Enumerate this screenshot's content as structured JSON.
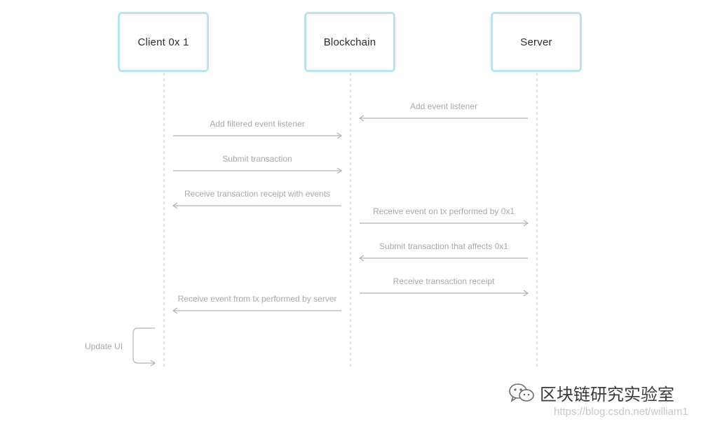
{
  "actors": [
    "Client 0x 1",
    "Blockchain",
    "Server"
  ],
  "messages": [
    {
      "label": "Add event listener",
      "from": 2,
      "to": 1
    },
    {
      "label": "Add filtered event listener",
      "from": 0,
      "to": 1
    },
    {
      "label": "Submit transaction",
      "from": 0,
      "to": 1
    },
    {
      "label": "Receive transaction receipt with events",
      "from": 1,
      "to": 0
    },
    {
      "label": "Receive event on tx performed by 0x1",
      "from": 1,
      "to": 2
    },
    {
      "label": "Submit transaction that affects 0x1",
      "from": 2,
      "to": 1
    },
    {
      "label": "Receive transaction receipt",
      "from": 1,
      "to": 2
    },
    {
      "label": "Receive event from tx performed by server",
      "from": 1,
      "to": 0
    }
  ],
  "self_note": {
    "label": "Update UI",
    "actor": 0
  },
  "watermark": {
    "title": "区块链研究实验室",
    "url": "https://blog.csdn.net/william1",
    "icon": "wechat-icon"
  },
  "colors": {
    "lifeline": "#c4c4c4",
    "arrow": "#b3b3b3",
    "text": "#a9a9a9",
    "box_border": "#b7e4ee"
  }
}
